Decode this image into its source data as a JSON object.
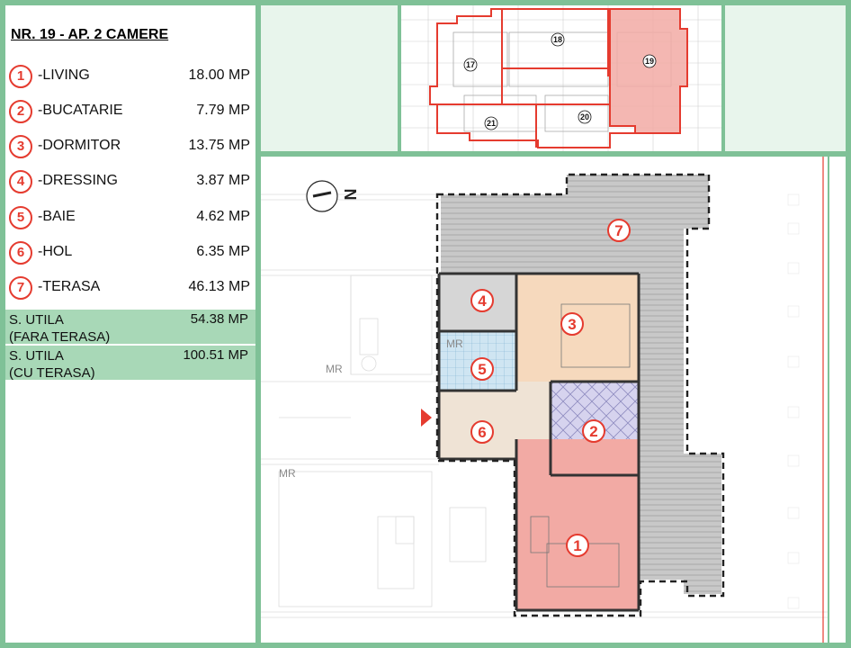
{
  "legend": {
    "title": "NR. 19 - AP. 2 CAMERE",
    "rooms": [
      {
        "num": "1",
        "name": "-LIVING",
        "area": "18.00 MP"
      },
      {
        "num": "2",
        "name": "-BUCATARIE",
        "area": "7.79 MP"
      },
      {
        "num": "3",
        "name": "-DORMITOR",
        "area": "13.75 MP"
      },
      {
        "num": "4",
        "name": "-DRESSING",
        "area": "3.87 MP"
      },
      {
        "num": "5",
        "name": "-BAIE",
        "area": "4.62 MP"
      },
      {
        "num": "6",
        "name": "-HOL",
        "area": "6.35 MP"
      },
      {
        "num": "7",
        "name": "-TERASA",
        "area": "46.13 MP"
      }
    ],
    "summary": [
      {
        "label_1": "S. UTILA",
        "label_2": "(FARA TERASA)",
        "value": "54.38 MP"
      },
      {
        "label_1": "S. UTILA",
        "label_2": "(CU TERASA)",
        "value": "100.51 MP"
      }
    ]
  },
  "keyplan": {
    "units": [
      "17",
      "18",
      "19",
      "20",
      "21"
    ],
    "highlighted_unit": "19",
    "outline_color": "#e53b2f"
  },
  "plan": {
    "north_label": "N",
    "labels": {
      "mr_1": "MR",
      "mr_2": "MR",
      "mr_3": "MR"
    },
    "room_numbers": [
      "1",
      "2",
      "3",
      "4",
      "5",
      "6",
      "7"
    ],
    "colors": {
      "living": "#f2aaa4",
      "kitchen": "#d6d3ee",
      "bedroom": "#f6d9bd",
      "dressing": "#d6d6d6",
      "bath": "#cfe5f2",
      "hall": "#efe3d5",
      "terrace": "#c8c8c8",
      "marker": "#e53b2f"
    }
  }
}
